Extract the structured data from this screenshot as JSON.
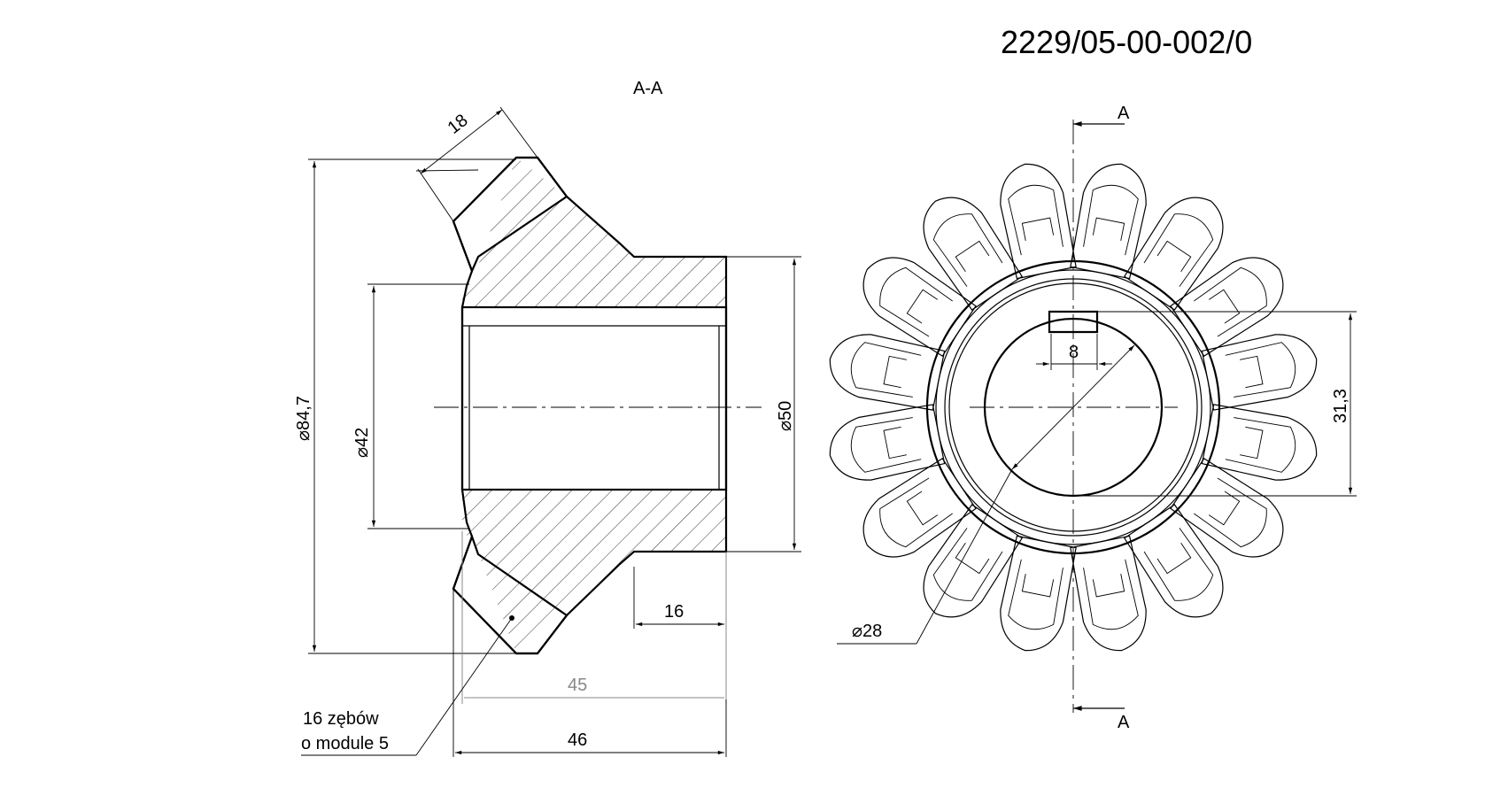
{
  "drawing_number": "2229/05-00-002/0",
  "section_label": "A-A",
  "cut_labels": {
    "top": "A",
    "bottom": "A"
  },
  "side_view": {
    "dim_tooth_width": "18",
    "dim_outer_diameter": "⌀84,7",
    "dim_bore_diameter": "⌀42",
    "dim_hub_diameter": "⌀50",
    "dim_hub_length": "16",
    "dim_overall_gray": "45",
    "dim_overall": "46",
    "note_line1": "16 zębów",
    "note_line2": "o module 5"
  },
  "front_view": {
    "dim_keyway_width": "8",
    "dim_keyway_depth": "31,3",
    "dim_bore_diameter": "⌀28",
    "tooth_count": 16
  }
}
